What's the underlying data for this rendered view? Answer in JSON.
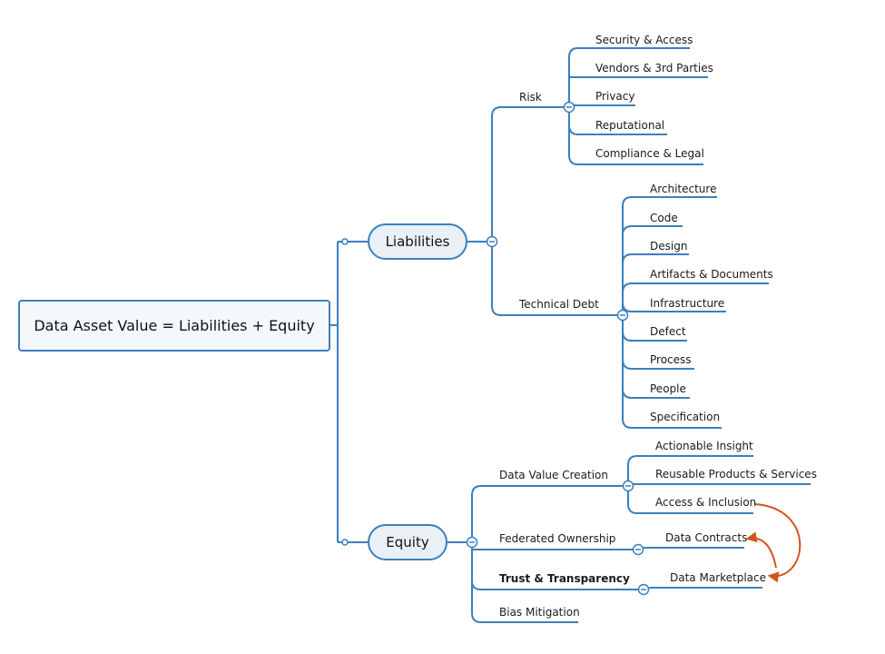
{
  "root": {
    "label": "Data Asset Value = Liabilities + Equity"
  },
  "liabilities": {
    "label": "Liabilities",
    "risk": {
      "label": "Risk",
      "items": [
        "Security & Access",
        "Vendors & 3rd Parties",
        "Privacy",
        "Reputational",
        "Compliance & Legal"
      ]
    },
    "technical_debt": {
      "label": "Technical Debt",
      "items": [
        "Architecture",
        "Code",
        "Design",
        "Artifacts & Documents",
        "Infrastructure",
        "Defect",
        "Process",
        "People",
        "Specification"
      ]
    }
  },
  "equity": {
    "label": "Equity",
    "data_value_creation": {
      "label": "Data Value Creation",
      "items": [
        "Actionable Insight",
        "Reusable Products & Services",
        "Access & Inclusion"
      ]
    },
    "federated_ownership": {
      "label": "Federated Ownership",
      "items": [
        "Data Contracts"
      ]
    },
    "trust_transparency": {
      "label": "Trust & Transparency",
      "items": [
        "Data Marketplace"
      ]
    },
    "bias_mitigation": {
      "label": "Bias Mitigation"
    }
  },
  "colors": {
    "line": "#3b7fbd",
    "relationship_arrow": "#d4541c",
    "node_fill": "#e9f0f6"
  }
}
